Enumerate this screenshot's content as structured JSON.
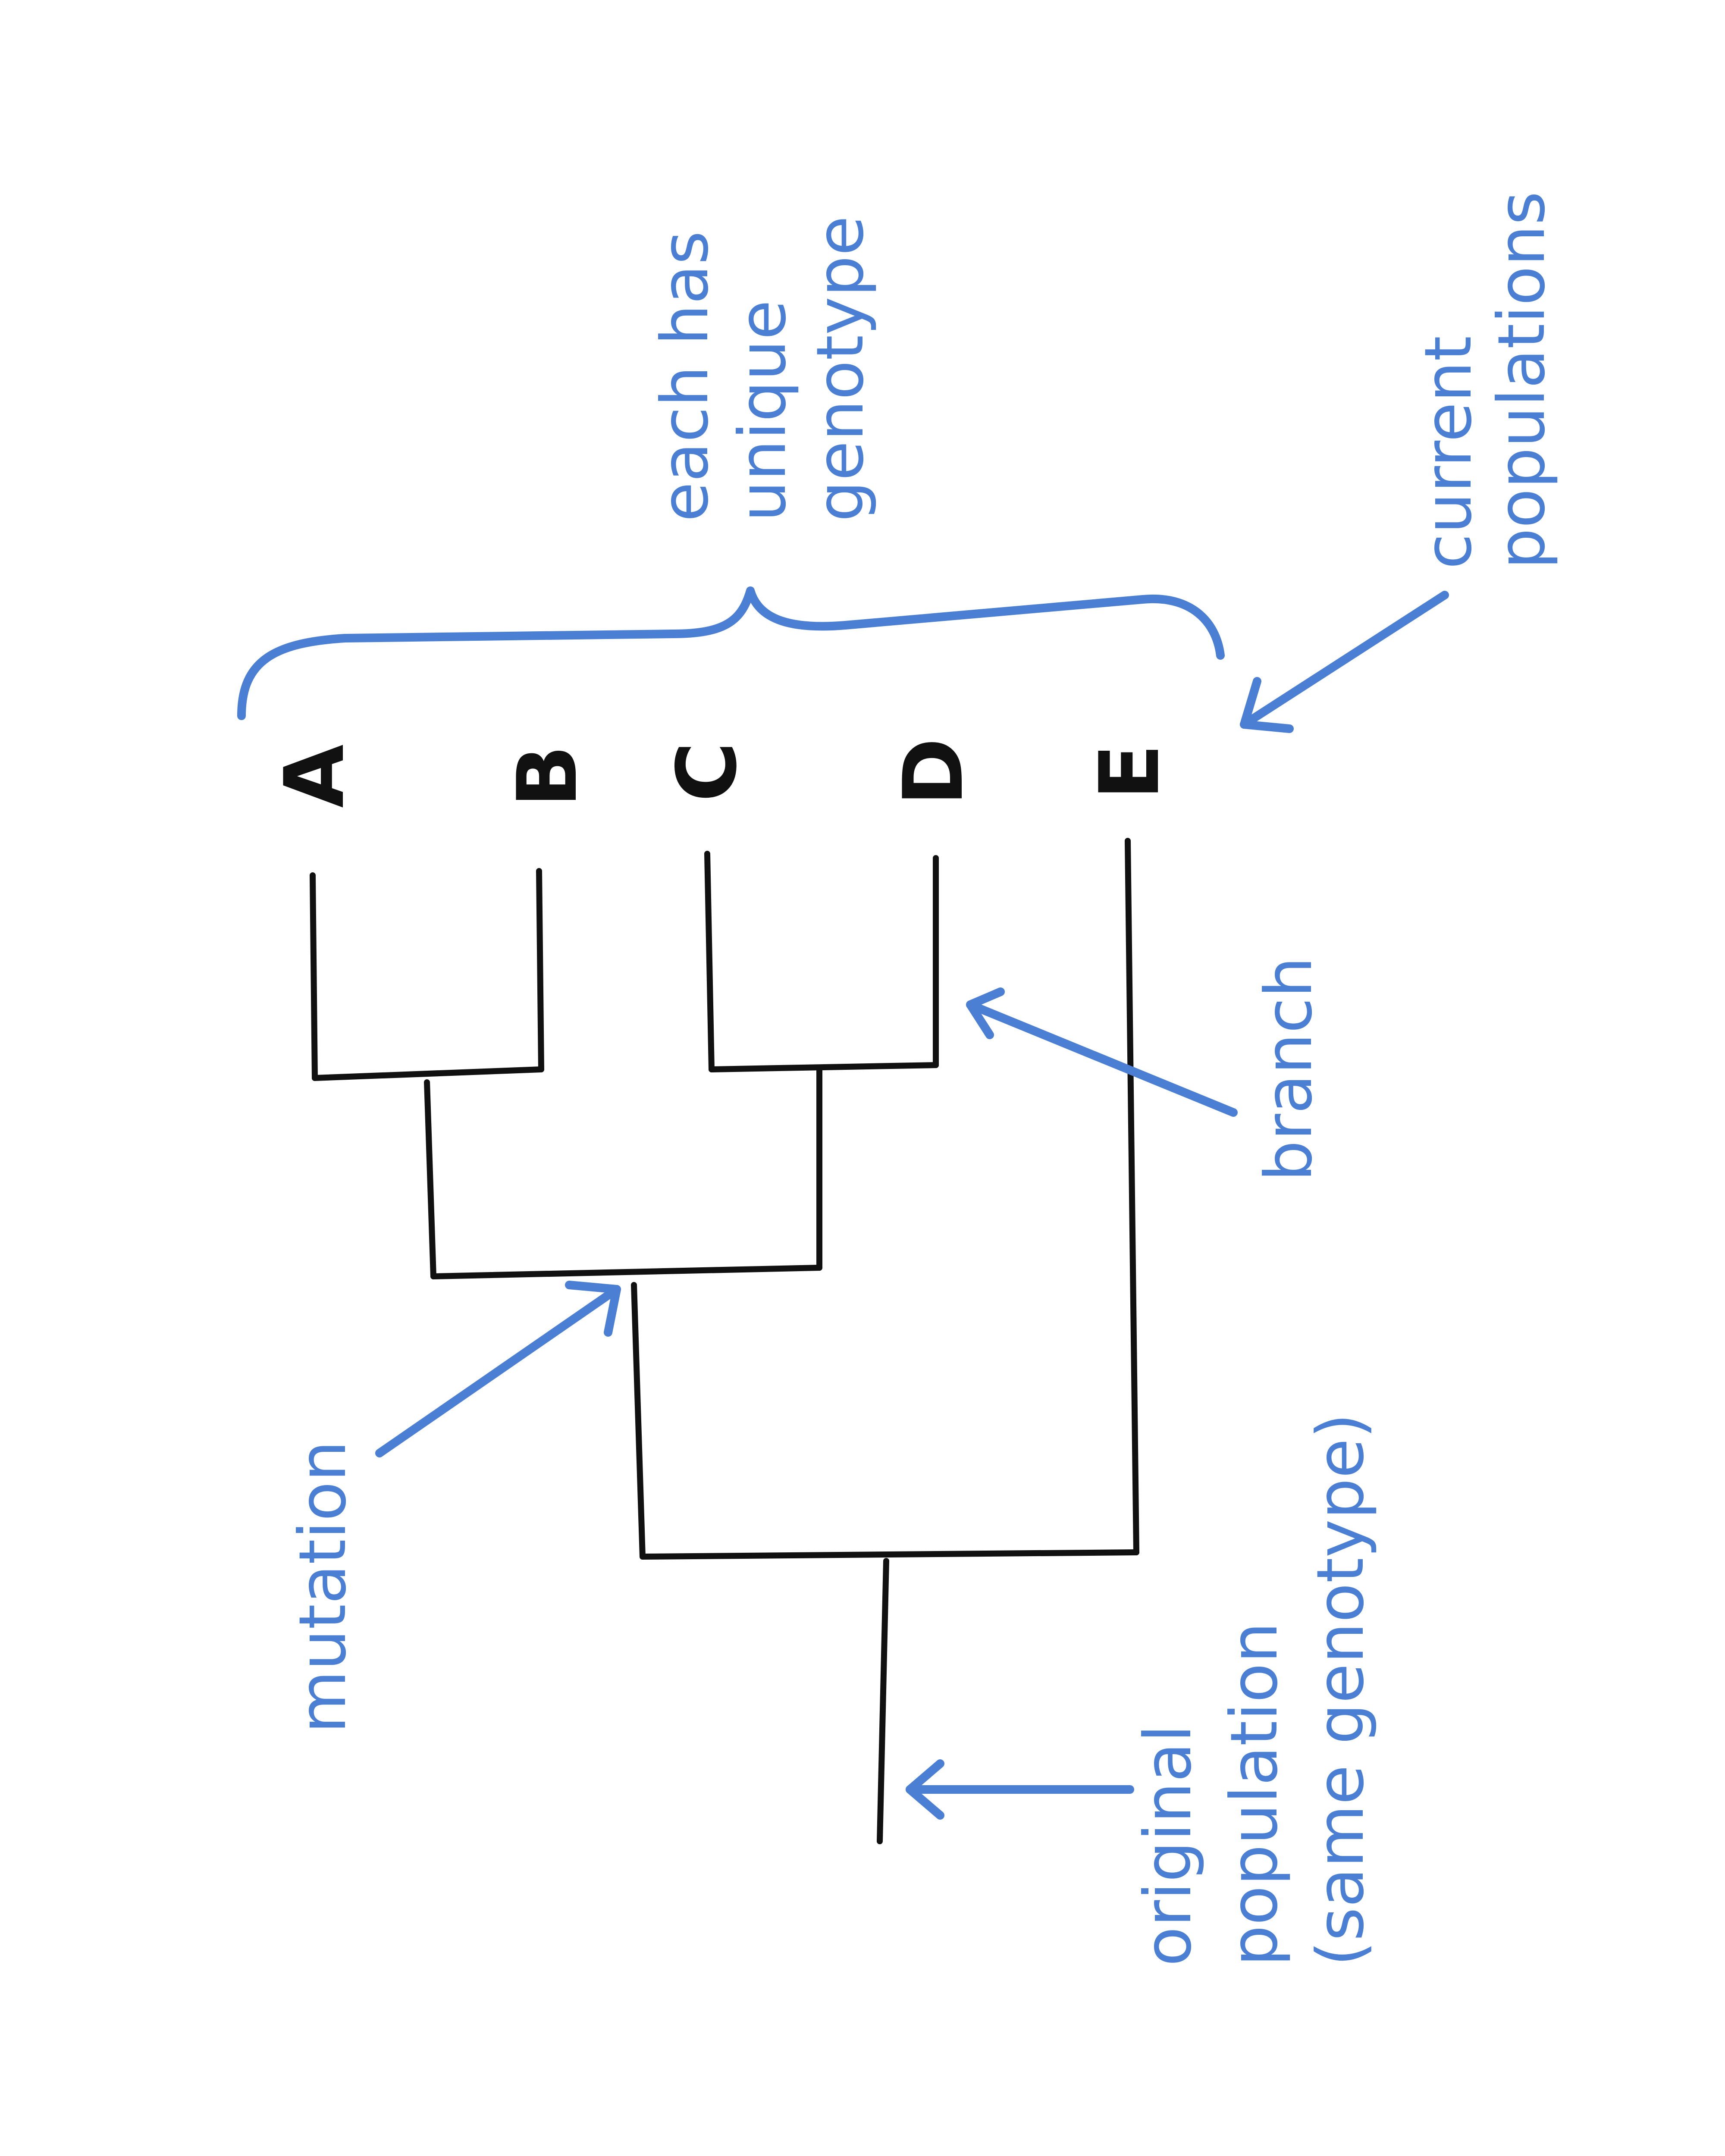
{
  "colors": {
    "tree": "#111111",
    "annotation": "#4a7fd4",
    "background": "#ffffff"
  },
  "leaves": [
    "A",
    "B",
    "C",
    "D",
    "E"
  ],
  "annotations": {
    "brace_note": [
      "each has",
      "unique",
      "genotype"
    ],
    "current": [
      "current",
      "populations"
    ],
    "branch": "branch",
    "mutation": "mutation",
    "original": [
      "original",
      "population",
      "(same genotype)"
    ]
  }
}
